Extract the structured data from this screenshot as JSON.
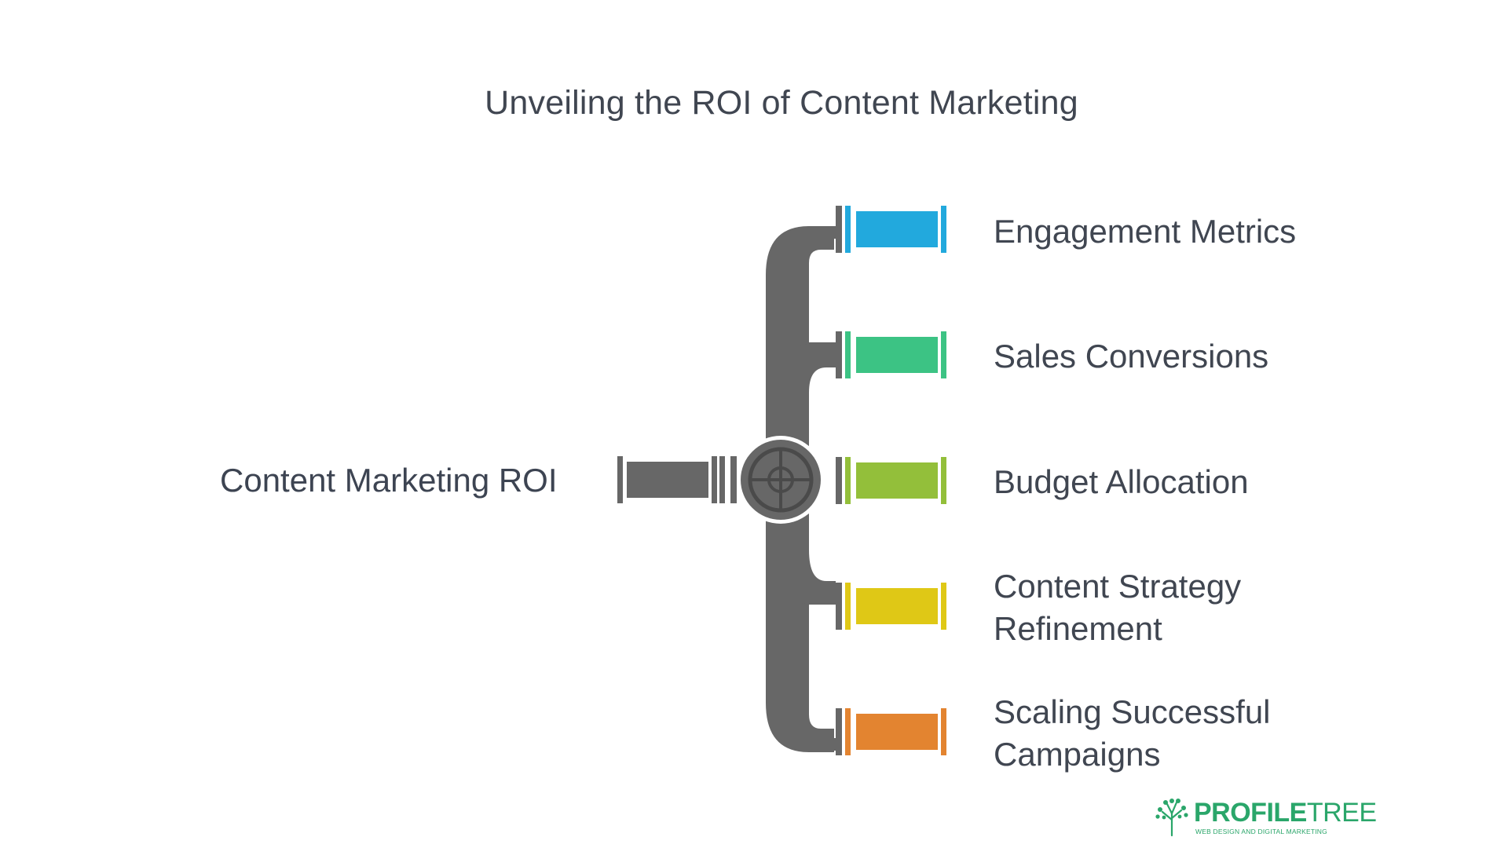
{
  "title": "Unveiling the ROI of Content Marketing",
  "source": {
    "label": "Content Marketing ROI"
  },
  "branches": [
    {
      "label": "Engagement Metrics",
      "color": "#22a9dd"
    },
    {
      "label": "Sales Conversions",
      "color": "#3cc384"
    },
    {
      "label": "Budget Allocation",
      "color": "#93bf3a"
    },
    {
      "label": "Content Strategy Refinement",
      "color": "#dfc816"
    },
    {
      "label": "Scaling Successful Campaigns",
      "color": "#e38430"
    }
  ],
  "colors": {
    "pipe": "#676767",
    "pipe_outline": "#ffffff"
  },
  "logo": {
    "brand_bold": "PROFILE",
    "brand_light": "TREE",
    "tagline": "WEB DESIGN AND DIGITAL MARKETING",
    "color": "#2aa66a"
  }
}
